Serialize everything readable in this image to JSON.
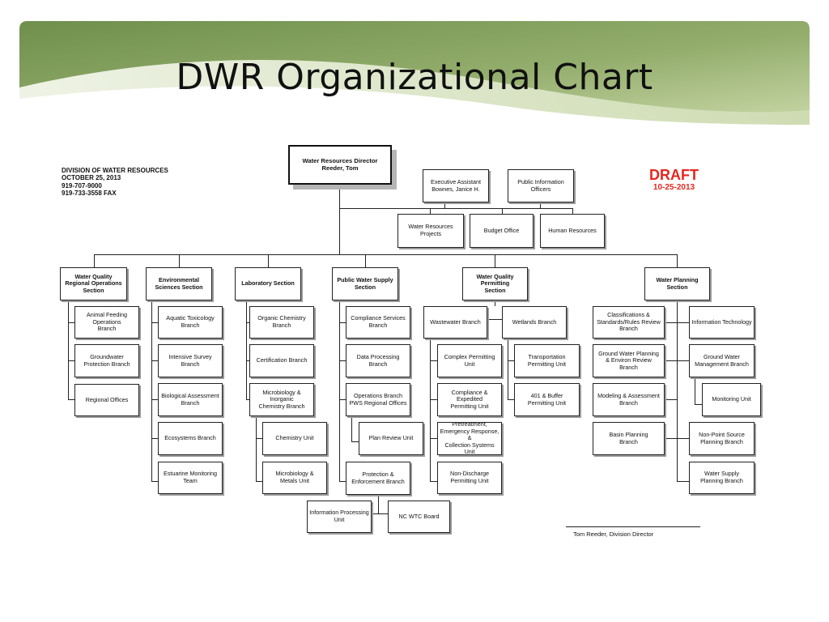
{
  "slide": {
    "title": "DWR Organizational Chart"
  },
  "division_info": [
    "DIVISION OF WATER RESOURCES",
    "OCTOBER  25, 2013",
    "919-707-9000",
    "919-733-3558  FAX"
  ],
  "draft": {
    "label": "DRAFT",
    "date": "10-25-2013"
  },
  "signature": "Tom Reeder, Division Director",
  "org": {
    "director": "Water Resources Director\nReeder, Tom",
    "executive_assistant": "Executive Assistant\nBownes, Janice H.",
    "public_information": "Public Information\nOfficers",
    "water_resources_projects": "Water Resources\nProjects",
    "budget_office": "Budget Office",
    "human_resources": "Human Resources",
    "sections": {
      "wq_regional_ops": "Water Quality\nRegional Operations\nSection",
      "env_sciences": "Environmental\nSciences Section",
      "laboratory": "Laboratory Section",
      "public_water_supply": "Public Water Supply\nSection",
      "wq_permitting": "Water Quality\nPermitting\nSection",
      "water_planning": "Water Planning\nSection"
    },
    "wq_regional_ops_units": [
      "Animal Feeding\nOperations\nBranch",
      "Groundwater\nProtection Branch",
      "Regional Offices"
    ],
    "env_sciences_units": [
      "Aquatic Toxicology\nBranch",
      "Intensive Survey\nBranch",
      "Biological Assessment\nBranch",
      "Ecosystems Branch",
      "Estuarine Monitoring\nTeam"
    ],
    "laboratory_units": [
      "Organic Chemistry\nBranch",
      "Certification Branch",
      "Microbiology & Inorganic\nChemistry Branch",
      "Chemistry Unit",
      "Microbiology &\nMetals Unit"
    ],
    "pws_units": [
      "Compliance Services\nBranch",
      "Data Processing\nBranch",
      "Operations Branch\nPWS Regional Offices",
      "Plan Review Unit",
      "Protection &\nEnforcement Branch",
      "Information Processing\nUnit",
      "NC WTC Board"
    ],
    "permitting_units": [
      "Wastewater Branch",
      "Wetlands Branch",
      "Complex Permitting\nUnit",
      "Compliance & Expedited\nPermitting Unit",
      "Pretreatment,\nEmergency Response, &\nCollection Systems\nUnit",
      "Non-Discharge\nPermitting Unit",
      "Transportation\nPermitting Unit",
      "401 & Buffer\nPermitting Unit"
    ],
    "planning_units": [
      "Classifications &\nStandards/Rules Review\nBranch",
      "Ground Water Planning\n& Environ Review\nBranch",
      "Modeling & Assessment\nBranch",
      "Basin Planning\nBranch",
      "Information Technology",
      "Ground Water\nManagement Branch",
      "Monitoring Unit",
      "Non-Point Source\nPlanning Branch",
      "Water Supply\nPlanning Branch"
    ]
  },
  "colors": {
    "banner_dark": "#7f9e5a",
    "banner_light": "#dfe8c8",
    "draft_red": "#e8261f"
  }
}
